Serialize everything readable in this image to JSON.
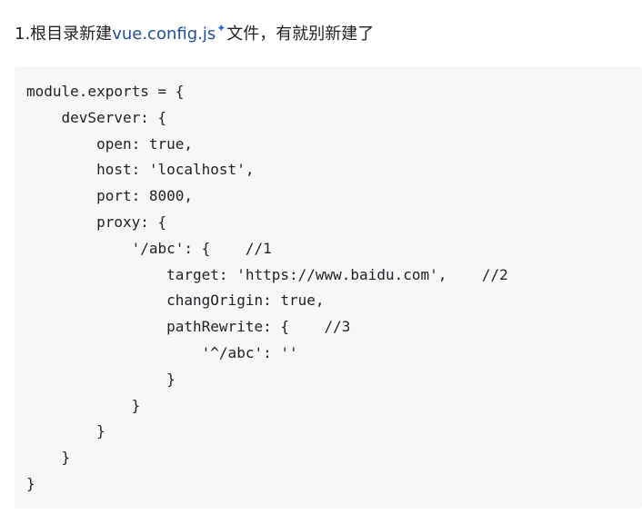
{
  "heading": {
    "prefix": "1.根目录新建",
    "link": "vue.config.js",
    "suffix": "文件，有就别新建了"
  },
  "code": {
    "lines": [
      "module.exports = {",
      "    devServer: {",
      "        open: true,",
      "        host: 'localhost',",
      "        port: 8000,",
      "        proxy: {",
      "            '/abc': {    //1",
      "                target: 'https://www.baidu.com',    //2",
      "                changOrigin: true,",
      "                pathRewrite: {    //3",
      "                    '^/abc': ''",
      "                }",
      "            }",
      "        }",
      "    }",
      "}"
    ]
  }
}
